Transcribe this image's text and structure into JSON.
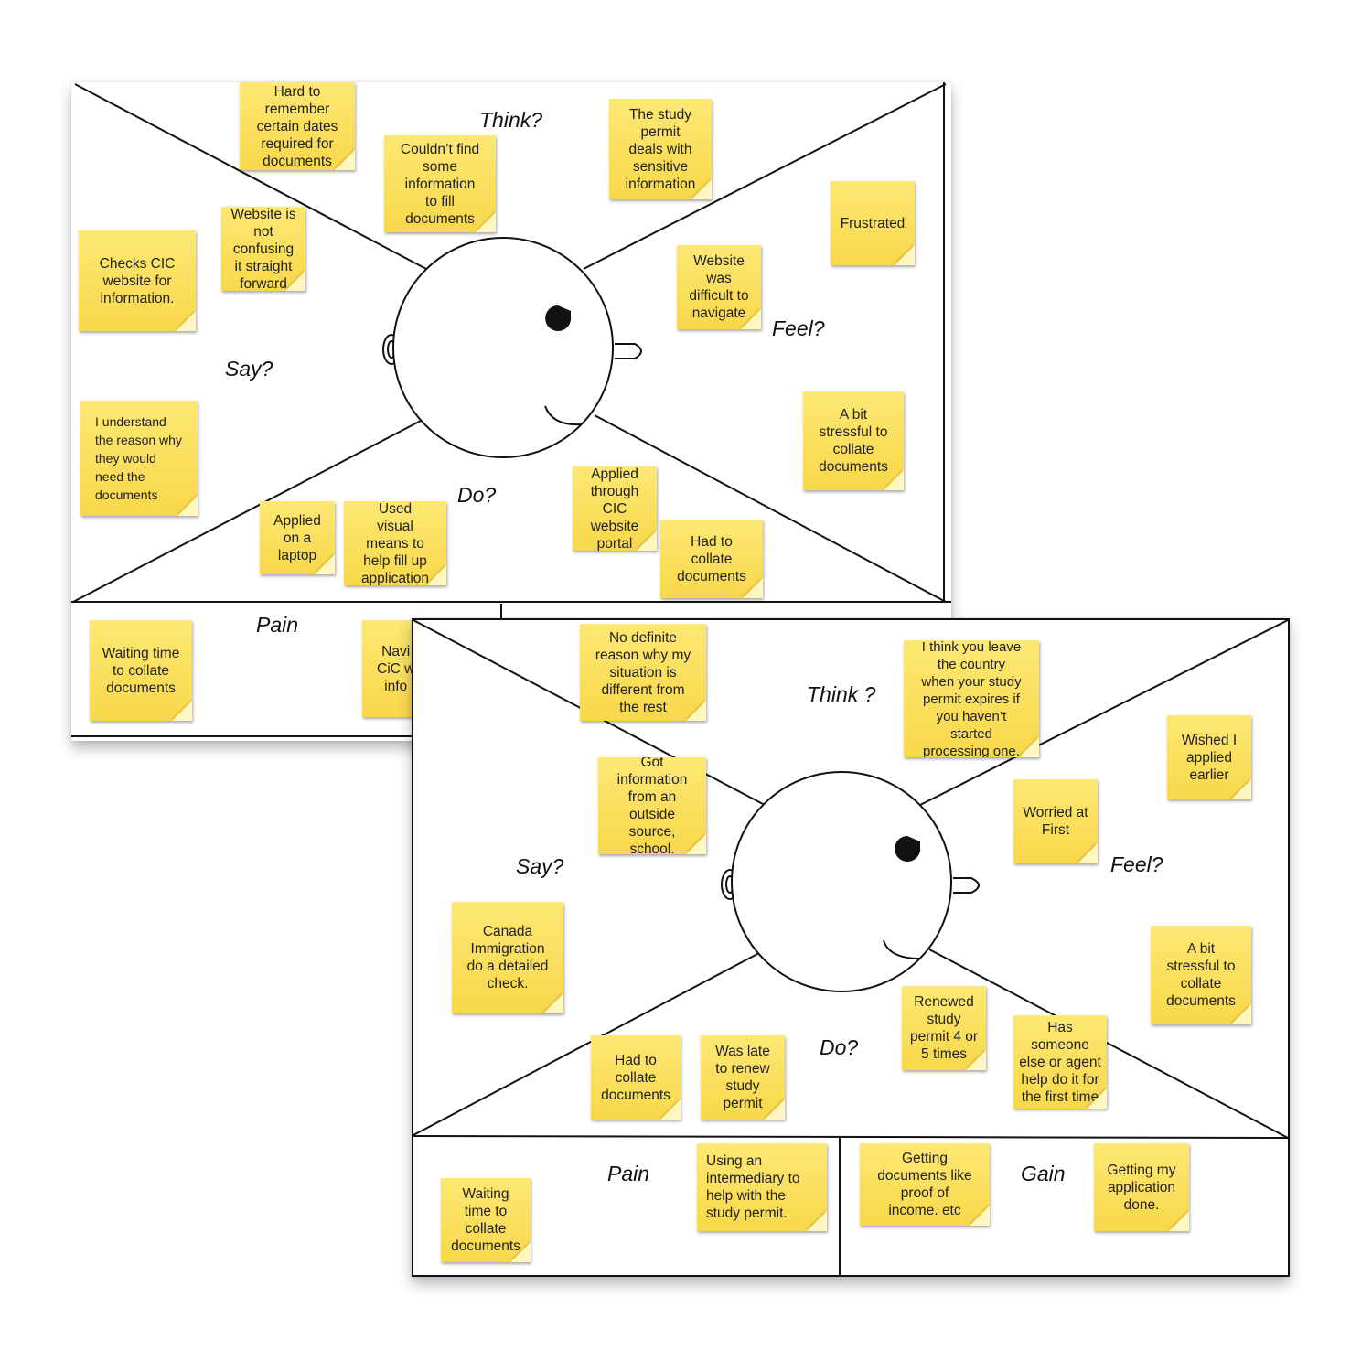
{
  "board1": {
    "quadrants": {
      "think": "Think?",
      "feel": "Feel?",
      "say": "Say?",
      "do": "Do?"
    },
    "sections": {
      "pain": "Pain"
    },
    "notes": {
      "think_1": "Hard to\nremember\ncertain dates\nrequired for\ndocuments",
      "think_2": "Couldn’t find\nsome\ninformation\nto fill\ndocuments",
      "think_3": "The study\npermit\ndeals with\nsensitive\ninformation",
      "say_1": "Checks CIC\nwebsite for\ninformation.",
      "say_2": "Website is\nnot\nconfusing\nit straight\nforward",
      "say_3": "I understand\nthe reason why\nthey would\nneed the\ndocuments",
      "feel_1": "Frustrated",
      "feel_2": "Website\nwas\ndifficult to\nnavigate",
      "feel_3": "A bit\nstressful to\ncollate\ndocuments",
      "do_1": "Applied\non a\nlaptop",
      "do_2": "Used\nvisual\nmeans to\nhelp fill up\napplication",
      "do_3": "Applied\nthrough\nCIC\nwebsite\nportal",
      "do_4": "Had to\ncollate\ndocuments",
      "pain_1": "Waiting time\nto collate\ndocuments",
      "pain_2": "Navi\nCiC w\ninfo"
    }
  },
  "board2": {
    "quadrants": {
      "think": "Think ?",
      "feel": "Feel?",
      "say": "Say?",
      "do": "Do?"
    },
    "sections": {
      "pain": "Pain",
      "gain": "Gain"
    },
    "notes": {
      "think_1": "No definite\nreason why my\nsituation is\ndifferent from\nthe rest",
      "think_2": "I think you leave\nthe country\nwhen your study\npermit expires if\nyou haven’t\nstarted\nprocessing one.",
      "say_1": "Got\ninformation\nfrom an\noutside\nsource,\nschool.",
      "say_2": "Canada\nImmigration\ndo a detailed\ncheck.",
      "feel_1": "Wished I\napplied\nearlier",
      "feel_2": "Worried at\nFirst",
      "feel_3": "A bit\nstressful to\ncollate\ndocuments",
      "do_1": "Had to\ncollate\ndocuments",
      "do_2": "Was late\nto renew\nstudy\npermit",
      "do_3": "Renewed\nstudy\npermit 4 or\n5 times",
      "do_4": "Has someone\nelse or agent\nhelp do it for\nthe first time",
      "pain_1": "Waiting\ntime to\ncollate\ndocuments",
      "pain_2": "Using an\nintermediary to\nhelp with the\nstudy permit.",
      "gain_1": "Getting\ndocuments like\nproof of\nincome. etc",
      "gain_2": "Getting my\napplication\ndone."
    }
  }
}
